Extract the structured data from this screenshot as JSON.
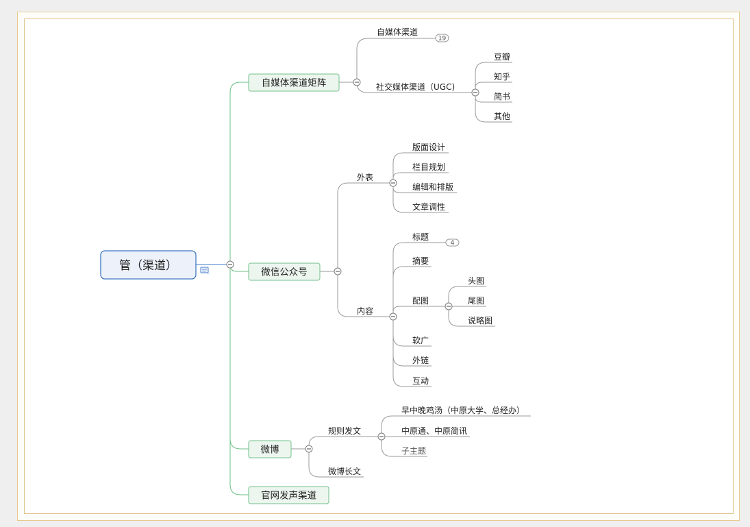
{
  "root": {
    "label": "管（渠道）",
    "icon": "note-icon"
  },
  "branches": [
    {
      "label": "自媒体渠道矩阵",
      "children": [
        {
          "label": "自媒体渠道",
          "collapsed_count": "19"
        },
        {
          "label": "社交媒体渠道（UGC)",
          "children": [
            "豆瓣",
            "知乎",
            "简书",
            "其他"
          ]
        }
      ]
    },
    {
      "label": "微信公众号",
      "children": [
        {
          "label": "外表",
          "children": [
            "版面设计",
            "栏目规划",
            "编辑和排版",
            "文章调性"
          ]
        },
        {
          "label": "内容",
          "children": [
            {
              "label": "标题",
              "collapsed_count": "4"
            },
            {
              "label": "摘要"
            },
            {
              "label": "配图",
              "children": [
                "头图",
                "尾图",
                "说略图"
              ]
            },
            {
              "label": "软广"
            },
            {
              "label": "外链"
            },
            {
              "label": "互动"
            }
          ]
        }
      ]
    },
    {
      "label": "微博",
      "children": [
        {
          "label": "规则发文",
          "children": [
            "早中晚鸡汤（中原大学、总经办）",
            "中原通、中原简讯",
            "子主题"
          ]
        },
        {
          "label": "微博长文"
        }
      ]
    },
    {
      "label": "官网发声渠道"
    }
  ]
}
